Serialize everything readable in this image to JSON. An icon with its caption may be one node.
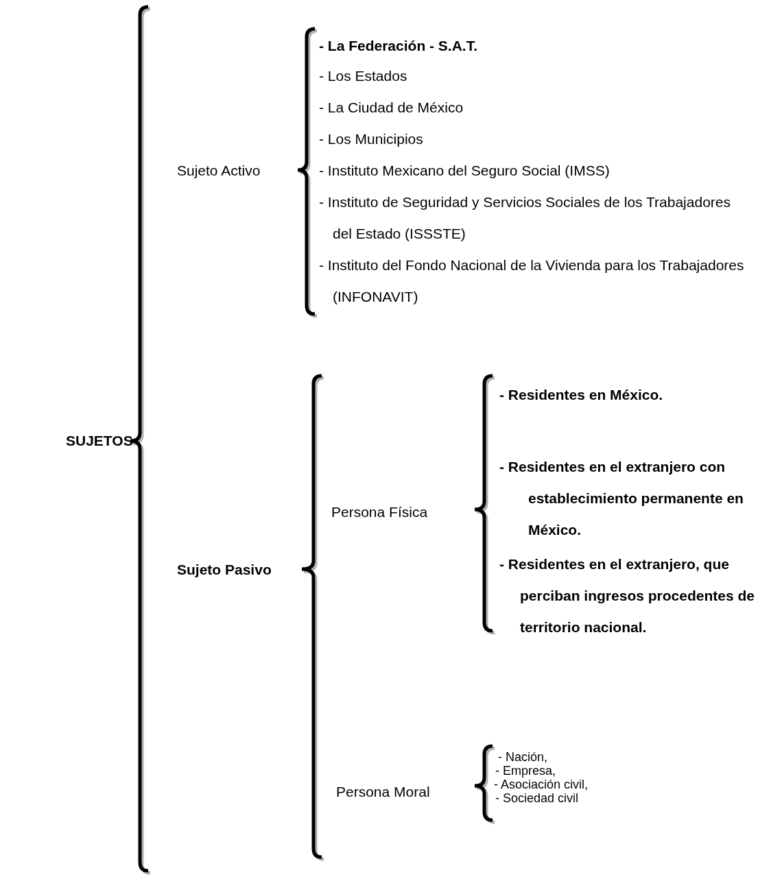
{
  "diagram": {
    "labels": [
      "SUJETOS",
      "Sujeto Activo",
      "- La Federación - S.A.T.",
      "- Los Estados",
      "- La Ciudad de México",
      "- Los Municipios",
      "- Instituto Mexicano del Seguro Social (IMSS)",
      "- Instituto de Seguridad y Servicios Sociales de los Trabajadores del Estado (ISSSTE)",
      "- Instituto del Fondo Nacional de la Vivienda para los Trabajadores (INFONAVIT)",
      "Sujeto Pasivo",
      "Persona Física",
      "- Residentes en México.",
      "- Residentes en el extranjero con establecimiento permanente en México.",
      "- Residentes en el extranjero, que perciban ingresos procedentes de territorio nacional.",
      "Persona Moral",
      "- Nación,",
      "- Empresa,",
      "- Asociación civil,",
      "- Sociedad civil"
    ]
  }
}
